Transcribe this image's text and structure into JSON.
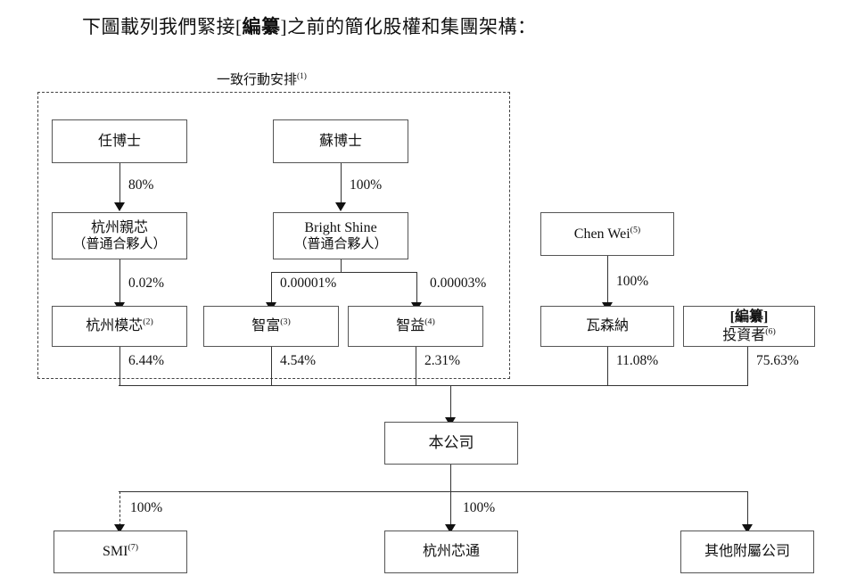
{
  "title": {
    "prefix": "下圖載列我們緊接[",
    "redacted": "編纂",
    "suffix": "]之前的簡化股權和集團架構："
  },
  "consortium": {
    "label": "一致行動安排",
    "footnote": "(1)"
  },
  "nodes": {
    "ren": {
      "label": "任博士"
    },
    "su": {
      "label": "蘇博士"
    },
    "hangzhou_qinxin": {
      "line1": "杭州親芯",
      "line2": "（普通合夥人）"
    },
    "bright_shine": {
      "line1": "Bright Shine",
      "line2": "（普通合夥人）"
    },
    "chen_wei": {
      "label": "Chen Wei",
      "footnote": "(5)"
    },
    "hangzhou_moxin": {
      "label": "杭州模芯",
      "footnote": "(2)"
    },
    "zhifu": {
      "label": "智富",
      "footnote": "(3)"
    },
    "zhiyi": {
      "label": "智益",
      "footnote": "(4)"
    },
    "wasenna": {
      "label": "瓦森納"
    },
    "investor": {
      "redacted": "[編纂]",
      "line2": "投資者",
      "footnote": "(6)"
    },
    "company": {
      "label": "本公司"
    },
    "smi": {
      "label": "SMI",
      "footnote": "(7)"
    },
    "hangzhou_xintong": {
      "label": "杭州芯通"
    },
    "other_subsidiaries": {
      "label": "其他附屬公司"
    }
  },
  "percentages": {
    "ren_to_qinxin": "80%",
    "su_to_brightshine": "100%",
    "qinxin_to_moxin": "0.02%",
    "brightshine_to_zhifu": "0.00001%",
    "brightshine_to_zhiyi": "0.00003%",
    "chenwei_to_wasenna": "100%",
    "moxin_to_company": "6.44%",
    "zhifu_to_company": "4.54%",
    "zhiyi_to_company": "2.31%",
    "wasenna_to_company": "11.08%",
    "investor_to_company": "75.63%",
    "company_to_smi": "100%",
    "company_to_xintong": "100%"
  }
}
